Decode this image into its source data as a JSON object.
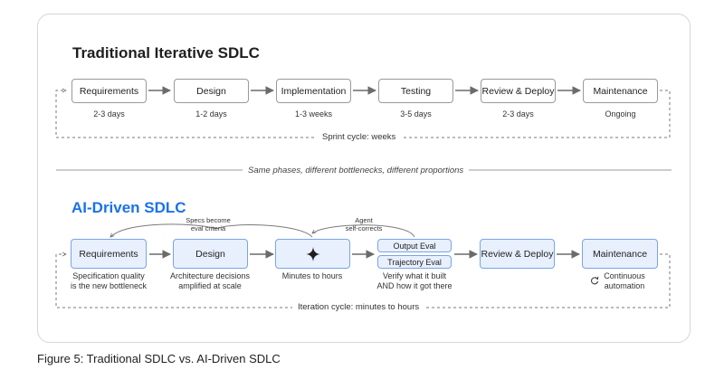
{
  "traditional": {
    "title": "Traditional Iterative SDLC",
    "stages": [
      {
        "label": "Requirements",
        "duration": "2-3 days"
      },
      {
        "label": "Design",
        "duration": "1-2 days"
      },
      {
        "label": "Implementation",
        "duration": "1-3 weeks"
      },
      {
        "label": "Testing",
        "duration": "3-5 days"
      },
      {
        "label": "Review & Deploy",
        "duration": "2-3 days"
      },
      {
        "label": "Maintenance",
        "duration": "Ongoing"
      }
    ],
    "cycle_label": "Sprint cycle: weeks"
  },
  "divider_text": "Same phases, different bottlenecks, different proportions",
  "ai": {
    "title": "AI-Driven SDLC",
    "stages": [
      {
        "label": "Requirements",
        "note": [
          "Specification quality",
          "is the new bottleneck"
        ]
      },
      {
        "label": "Design",
        "note": [
          "Architecture decisions",
          "amplified at scale"
        ]
      },
      {
        "label": "",
        "icon": "sparkle-icon",
        "note": [
          "Minutes to hours"
        ]
      },
      {
        "label": "Output Eval",
        "label2": "Trajectory Eval",
        "note": [
          "Verify what it built",
          "AND how it got there"
        ]
      },
      {
        "label": "Review & Deploy"
      },
      {
        "label": "Maintenance",
        "icon": "refresh-icon",
        "note": [
          "Continuous",
          "automation"
        ]
      }
    ],
    "annotation_specs": [
      "Specs become",
      "eval criteria"
    ],
    "annotation_agent": [
      "Agent",
      "self-corrects"
    ],
    "cycle_label": "Iteration cycle: minutes to hours"
  },
  "caption": "Figure 5: Traditional SDLC vs. AI-Driven SDLC",
  "colors": {
    "accent": "#1a73e8",
    "box_fill_ai": "#e8f0fe",
    "box_border_ai": "#7aa4e6",
    "arrow": "#6b6b6b"
  }
}
